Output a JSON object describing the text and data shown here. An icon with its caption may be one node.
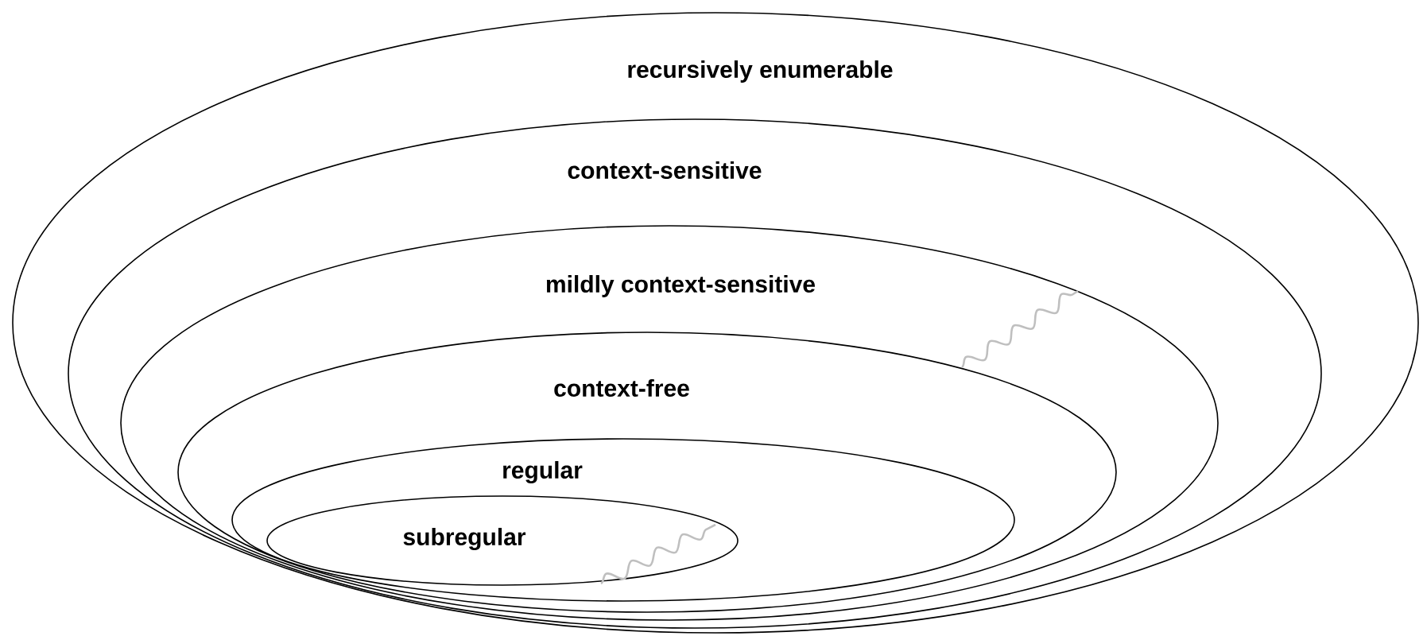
{
  "diagram": {
    "nodes": [
      {
        "text": [
          "recursively enumerable"
        ]
      },
      {
        "text": [
          "context-sensitive"
        ],
        "in": 0
      },
      {
        "text": [
          "mildly context-sensitive"
        ],
        "in": 1
      },
      {
        "text": [
          "context-free"
        ],
        "in": 2
      },
      {
        "text": [
          "regular"
        ],
        "in": 3
      },
      {
        "text": [
          "subregular"
        ],
        "in": 4
      }
    ]
  }
}
